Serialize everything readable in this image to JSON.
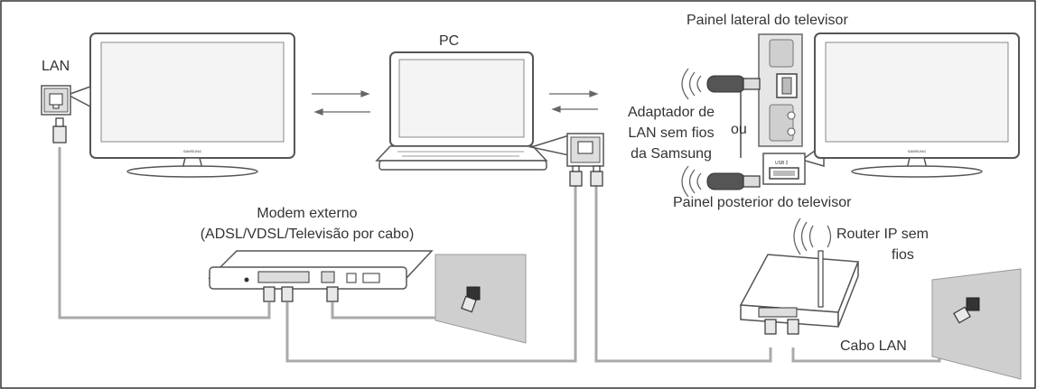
{
  "labels": {
    "lan": "LAN",
    "pc": "PC",
    "side_panel": "Painel lateral do televisor",
    "rear_panel": "Painel posterior do televisor",
    "adapter_line1": "Adaptador de",
    "adapter_line2": "LAN sem fios",
    "adapter_line3": "da Samsung",
    "or": "ou",
    "modem_line1": "Modem externo",
    "modem_line2": "(ADSL/VDSL/Televisão por cabo)",
    "router_line1": "Router IP sem",
    "router_line2": "fios",
    "lan_cable": "Cabo LAN"
  },
  "tv": {
    "brand": "SAMSUNG"
  },
  "ports": {
    "usb": "USB 2"
  },
  "colors": {
    "outline": "#555555",
    "cable": "#aaaaaa",
    "wall": "#cfcfcf",
    "tv_face": "#f4f4f4",
    "bezel": "#333333"
  }
}
